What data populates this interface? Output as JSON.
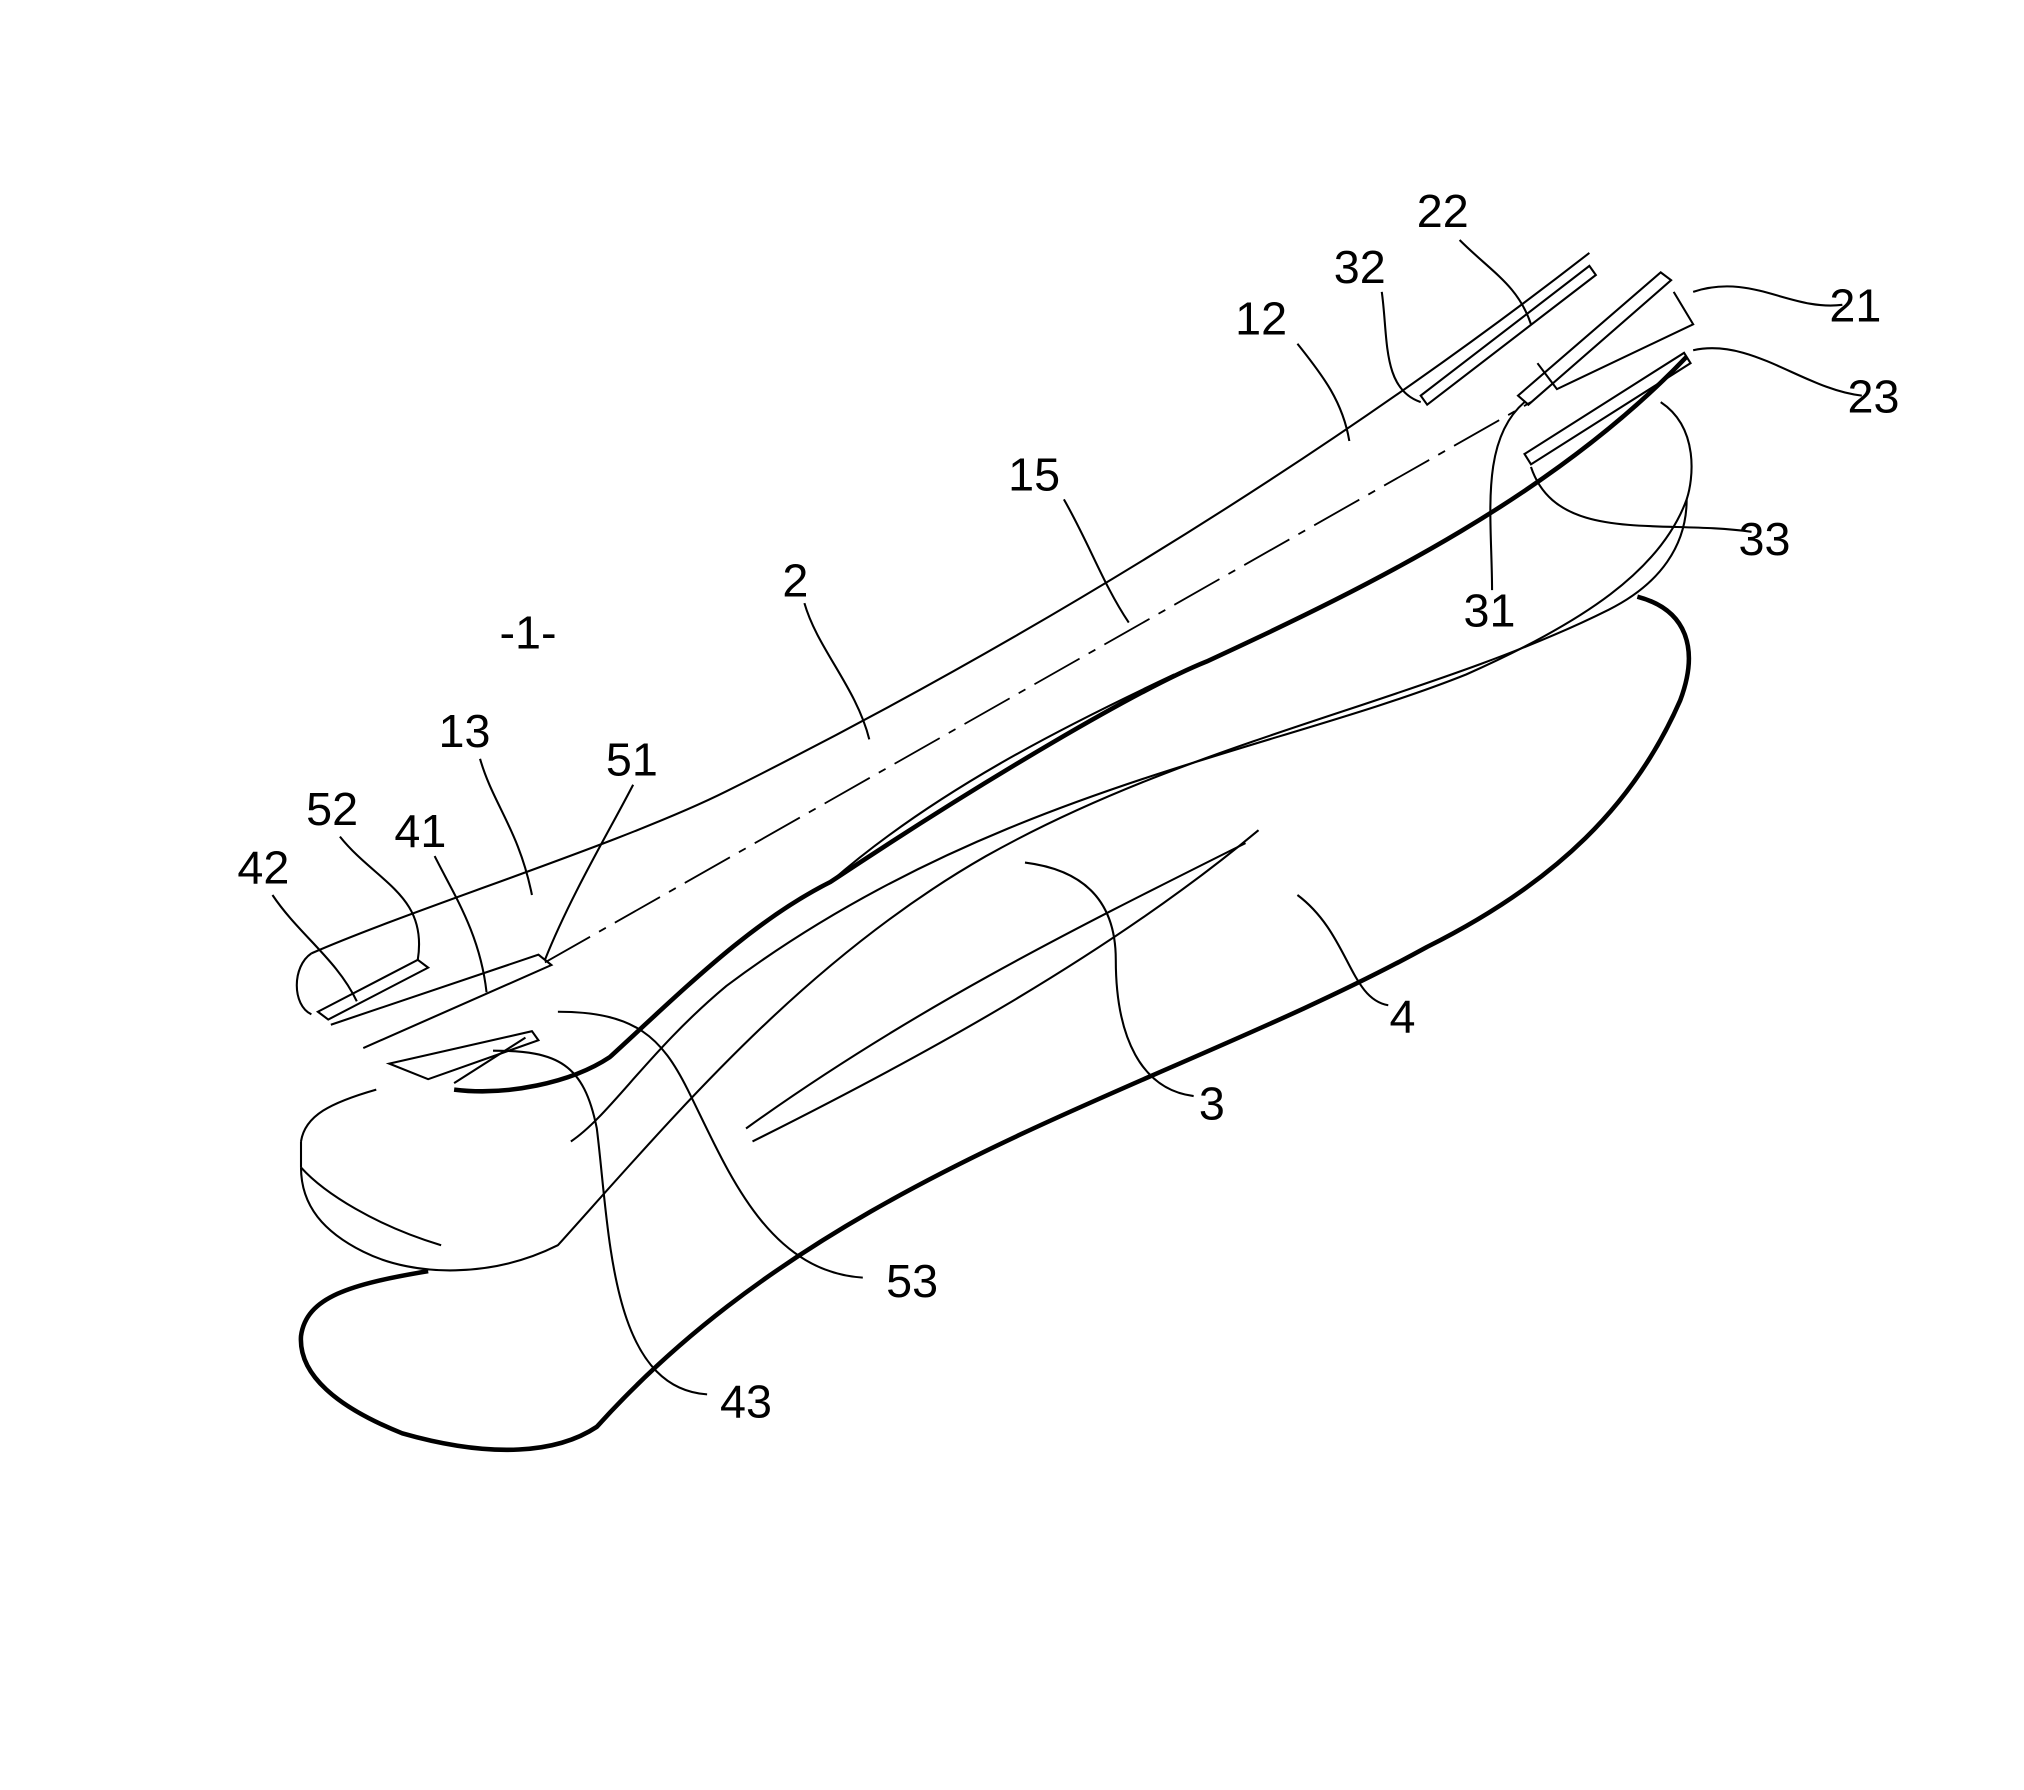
{
  "figure": {
    "reference": "-1-",
    "labels": {
      "l22": "22",
      "l32": "32",
      "l12": "12",
      "l21": "21",
      "l23": "23",
      "l15": "15",
      "l33": "33",
      "l31": "31",
      "l2": "2",
      "l13": "13",
      "l51": "51",
      "l52": "52",
      "l41": "41",
      "l42": "42",
      "l3": "3",
      "l4": "4",
      "l53": "53",
      "l43": "43"
    }
  }
}
